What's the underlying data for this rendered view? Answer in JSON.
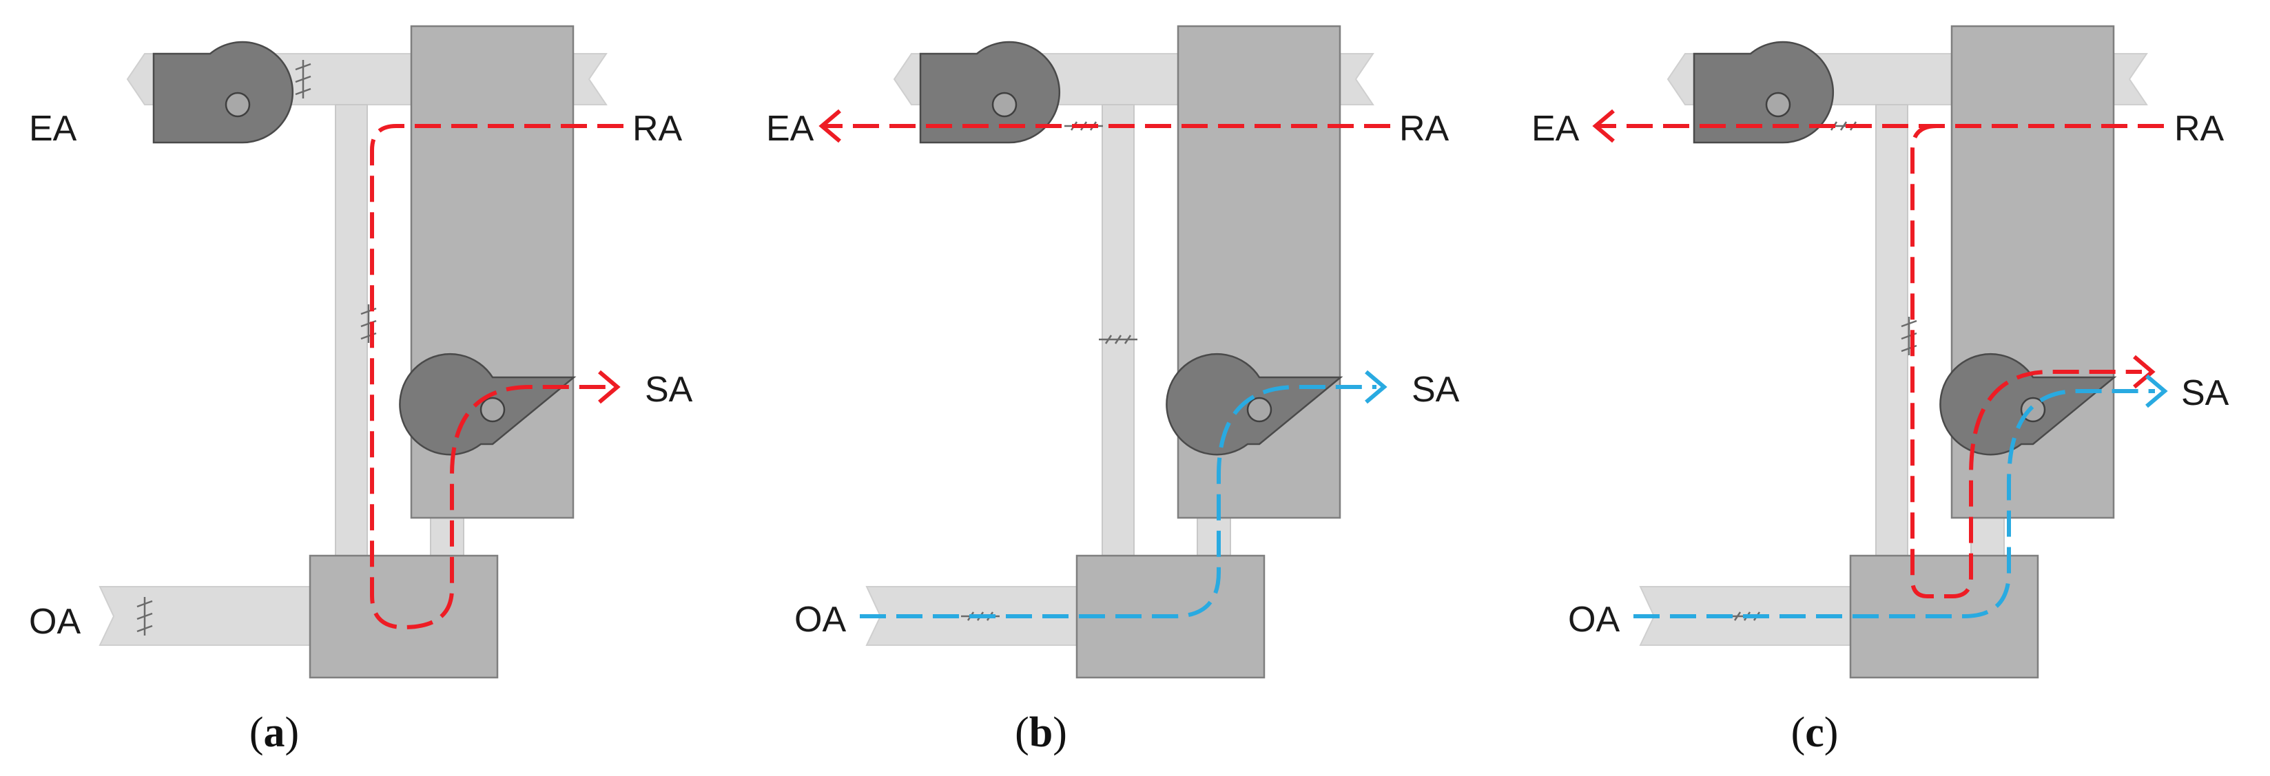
{
  "labels": {
    "exhaust": "EA",
    "return": "RA",
    "supply": "SA",
    "outdoor": "OA"
  },
  "panels": [
    {
      "letter": "a",
      "mode": "recirculation"
    },
    {
      "letter": "b",
      "mode": "outdoor-only"
    },
    {
      "letter": "c",
      "mode": "mixed"
    }
  ],
  "colors": {
    "return_air_path": "#ee1c24",
    "outdoor_air_path": "#29aae1",
    "duct": "#dcdcdc",
    "unit": "#b4b4b4",
    "fan": "#7a7a7a",
    "outline": "#8a8a8a"
  },
  "icons": {
    "fan": "centrifugal-fan-icon",
    "damper": "damper-icon",
    "arrow": "arrowhead-icon"
  }
}
